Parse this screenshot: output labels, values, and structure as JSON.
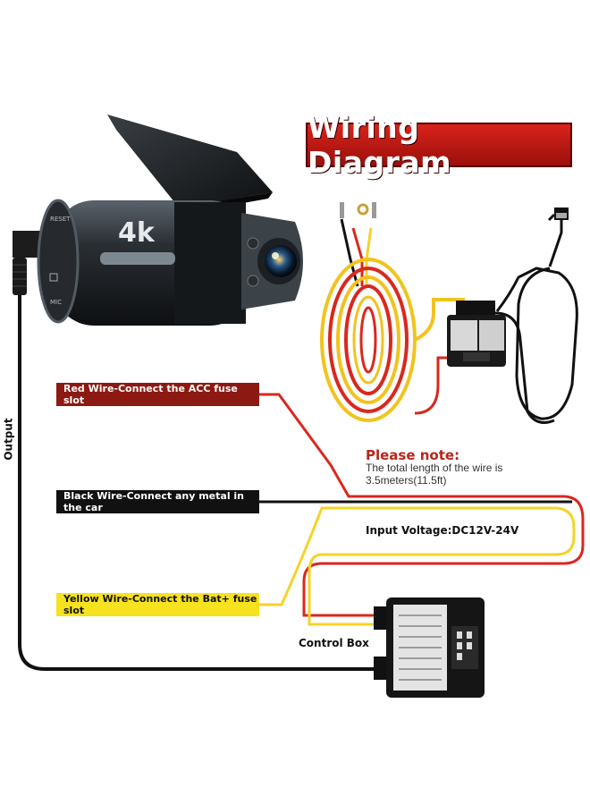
{
  "title": "Wiring Diagram",
  "labels": {
    "red_wire": "Red Wire-Connect the ACC fuse slot",
    "black_wire": "Black Wire-Connect any metal in the car",
    "yellow_wire": "Yellow Wire-Connect the Bat+ fuse slot",
    "output": "Output",
    "input_voltage": "Input Voltage:DC12V-24V",
    "control_box": "Control Box"
  },
  "note": {
    "heading": "Please note:",
    "body": "The total length of the wire is 3.5meters(11.5ft)"
  },
  "camera": {
    "badge": "4k",
    "buttons": [
      "RESET",
      "MIC"
    ]
  },
  "colors": {
    "banner": "#c41a14",
    "red_wire": "#d9281e",
    "yellow_wire": "#f5d328",
    "black_wire": "#111111",
    "label_red_bg": "#8c1a12",
    "label_yellow_bg": "#f7e21f",
    "note_heading": "#b8261c"
  },
  "icons": [
    "dashcam",
    "control-box",
    "usb-c-plug",
    "wire-terminal",
    "hardwire-coil"
  ]
}
